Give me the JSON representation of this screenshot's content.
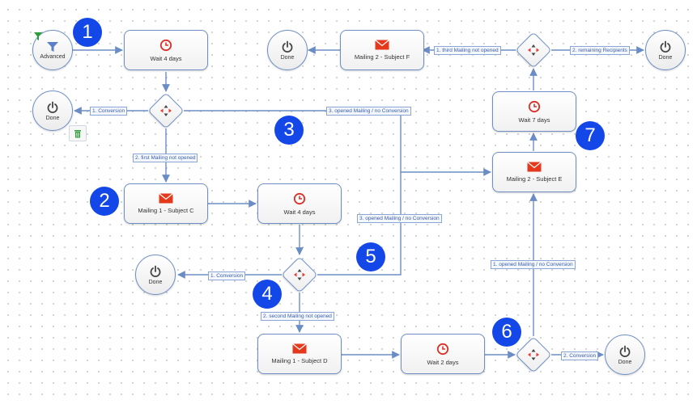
{
  "colors": {
    "edge": "#6b8dc6",
    "node_border": "#6d8fc4",
    "badge": "#1447e8",
    "clock": "#d93025",
    "mail": "#e5391e",
    "funnel": "#5b7fc8",
    "power": "#444444",
    "trash": "#2e9e3a"
  },
  "nodes": {
    "advanced": {
      "label": "Advanced",
      "icon": "funnel-icon"
    },
    "wait1": {
      "label": "Wait 4 days",
      "icon": "clock-icon"
    },
    "done1": {
      "label": "Done",
      "icon": "power-icon"
    },
    "mailing1c": {
      "label": "Mailing 1 - Subject C",
      "icon": "mail-icon"
    },
    "wait2": {
      "label": "Wait 4 days",
      "icon": "clock-icon"
    },
    "done2": {
      "label": "Done",
      "icon": "power-icon"
    },
    "mailing1d": {
      "label": "Mailing 1 - Subject D",
      "icon": "mail-icon"
    },
    "wait3": {
      "label": "Wait 2 days",
      "icon": "clock-icon"
    },
    "done3": {
      "label": "Done",
      "icon": "power-icon"
    },
    "mailing2e": {
      "label": "Mailing 2 - Subject E",
      "icon": "mail-icon"
    },
    "wait4": {
      "label": "Wait 7 days",
      "icon": "clock-icon"
    },
    "mailing2f": {
      "label": "Mailing 2 - Subject F",
      "icon": "mail-icon"
    },
    "done4": {
      "label": "Done",
      "icon": "power-icon"
    },
    "done5": {
      "label": "Done",
      "icon": "power-icon"
    }
  },
  "edge_labels": {
    "d1_conversion": "1. Conversion",
    "d1_opened": "3. opened Mailing / no Conversion",
    "d1_first": "2. first Mailing not opened",
    "d2_opened": "3. opened Mailing / no Conversion",
    "d2_conversion": "1. Conversion",
    "d2_second": "2. second Mailing not opened",
    "d3_opened": "1. opened Mailing / no Conversion",
    "d3_conversion": "2. Conversion",
    "d4_third": "1. third Mailing not opened",
    "d4_remaining": "2. remaining Recipients"
  },
  "badges": [
    "1",
    "2",
    "3",
    "4",
    "5",
    "6",
    "7"
  ]
}
